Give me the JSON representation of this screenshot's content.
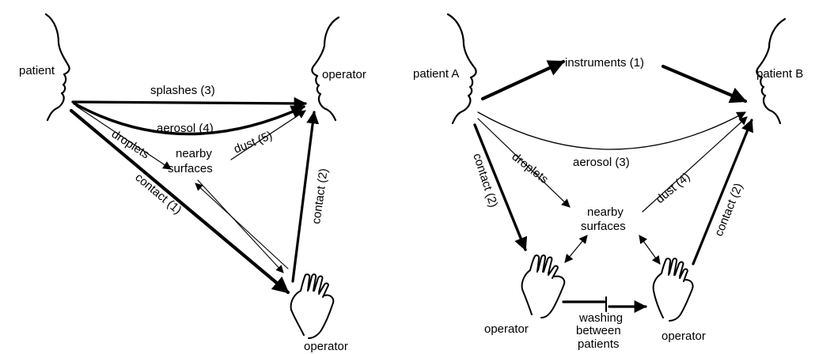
{
  "left_panel": {
    "patient": "patient",
    "operator_top": "operator",
    "operator_bottom": "operator",
    "splashes": "splashes (3)",
    "aerosol": "aerosol (4)",
    "droplets": "droplets",
    "nearby": "nearby",
    "surfaces": "surfaces",
    "dust": "dust (5)",
    "contact1": "contact (1)",
    "contact2": "contact (2)"
  },
  "right_panel": {
    "patient_a": "patient A",
    "patient_b": "patient B",
    "instruments": "instruments (1)",
    "aerosol": "aerosol (3)",
    "droplets": "droplets",
    "nearby": "nearby",
    "surfaces": "surfaces",
    "dust": "dust (4)",
    "contact_left": "contact (2)",
    "contact_right": "contact (2)",
    "operator_left": "operator",
    "operator_right": "operator",
    "washing1": "washing",
    "washing2": "between",
    "washing3": "patients"
  }
}
